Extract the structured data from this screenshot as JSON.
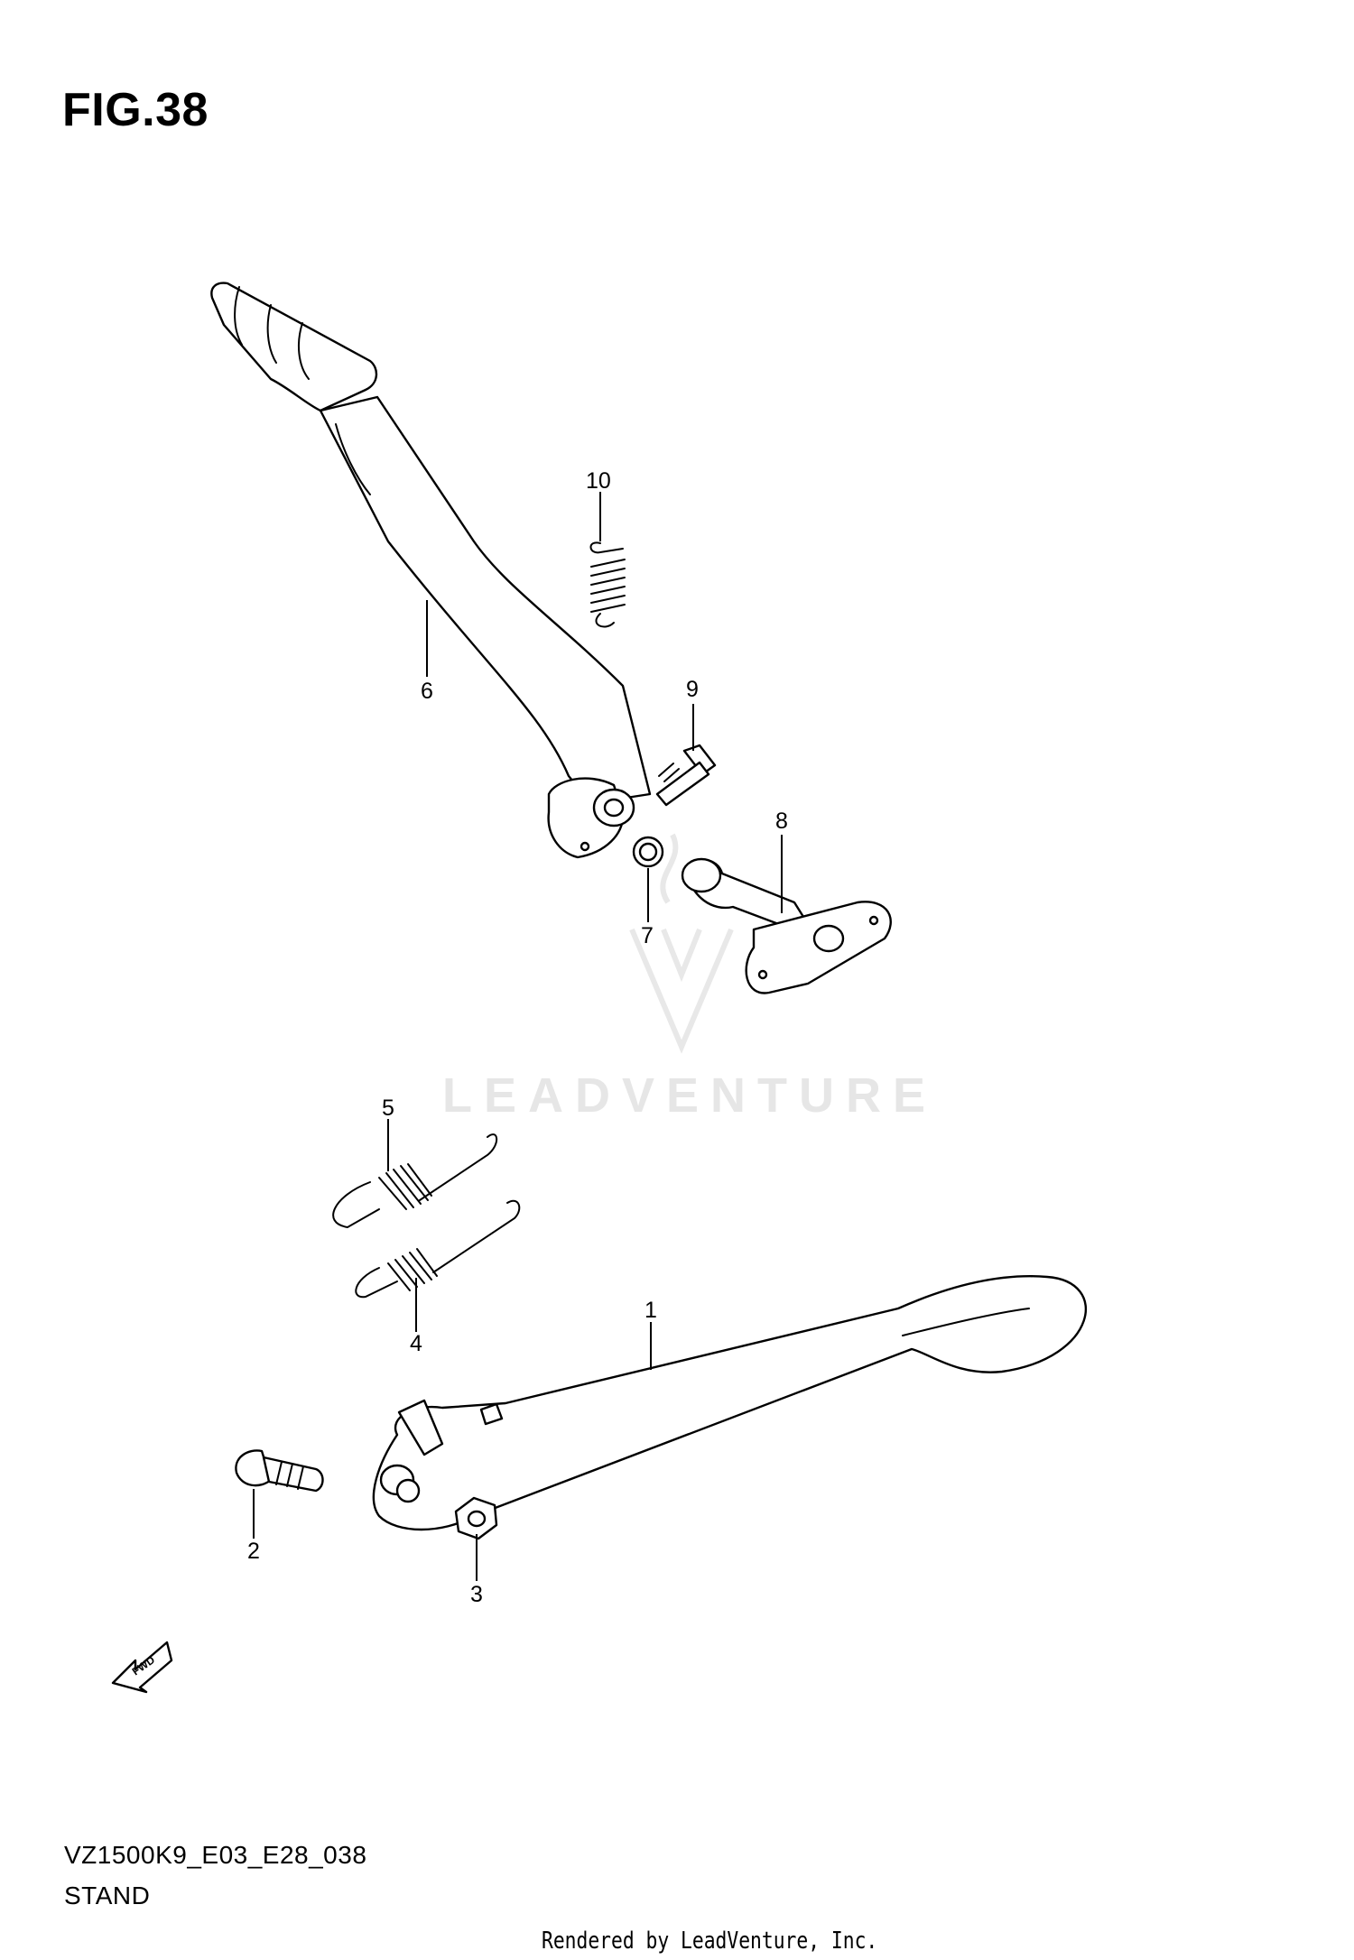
{
  "figure": {
    "title": "FIG.38",
    "model_code": "VZ1500K9_E03_E28_038",
    "section_name": "STAND",
    "credit": "Rendered by LeadVenture, Inc.",
    "watermark": "LEADVENTURE",
    "fwd_label": "FWD"
  },
  "callouts": [
    {
      "id": "1",
      "label": "1"
    },
    {
      "id": "2",
      "label": "2"
    },
    {
      "id": "3",
      "label": "3"
    },
    {
      "id": "4",
      "label": "4"
    },
    {
      "id": "5",
      "label": "5"
    },
    {
      "id": "6",
      "label": "6"
    },
    {
      "id": "7",
      "label": "7"
    },
    {
      "id": "8",
      "label": "8"
    },
    {
      "id": "9",
      "label": "9"
    },
    {
      "id": "10",
      "label": "10"
    }
  ]
}
